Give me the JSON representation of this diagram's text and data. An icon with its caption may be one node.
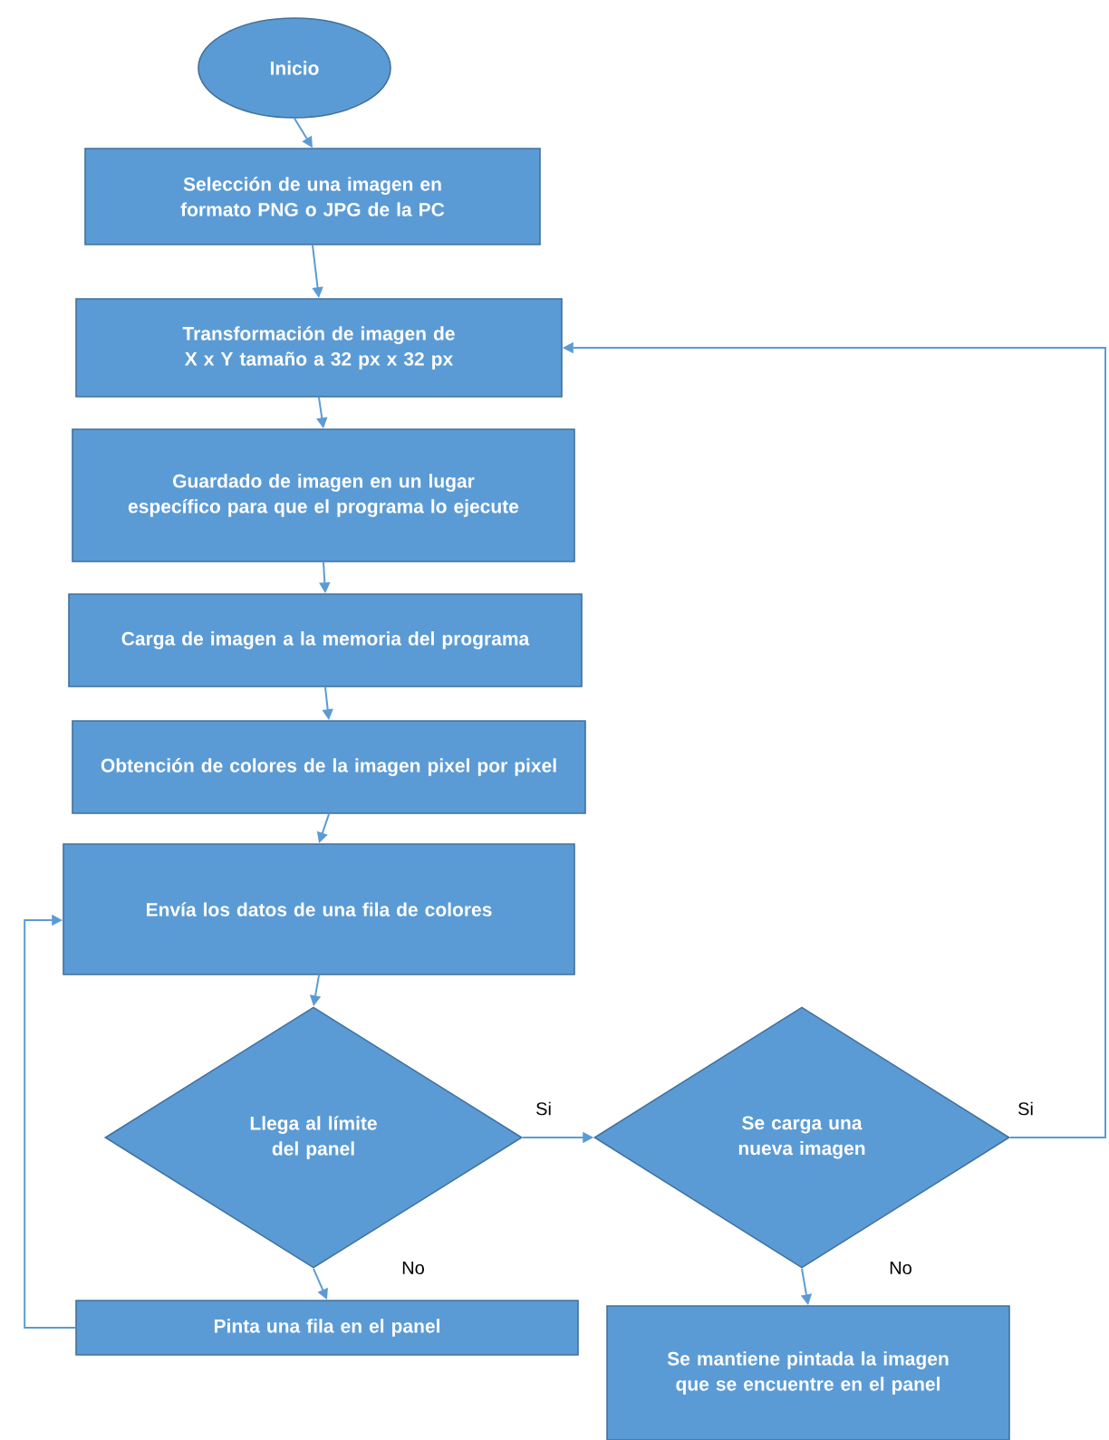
{
  "diagram": {
    "nodes": [
      {
        "text": [
          "Inicio"
        ]
      },
      {
        "text": [
          "Selección de una imagen en formato PNG o JPG de la PC"
        ]
      },
      {
        "text": [
          "Transformación de imagen de X x Y tamaño a 32 px x 32 px"
        ]
      },
      {
        "text": [
          "Guardado de imagen en un lugar específico para que el programa lo ejecute"
        ]
      },
      {
        "text": [
          "Carga de imagen a la memoria del programa"
        ]
      },
      {
        "text": [
          "Obtención de colores de la imagen pixel por pixel"
        ]
      },
      {
        "text": [
          "Envía los datos de una fila de colores"
        ]
      },
      {
        "text": [
          "Llega al límite del panel"
        ]
      },
      {
        "text": [
          "Se carga una nueva imagen"
        ]
      },
      {
        "text": [
          "Pinta una fila en el panel"
        ]
      },
      {
        "text": [
          "Se mantiene pintada la imagen que se encuentre en el panel"
        ]
      }
    ],
    "edges": [
      {
        "from": 0,
        "to": 1,
        "arrow": "to"
      },
      {
        "from": 1,
        "to": 2,
        "arrow": "to"
      },
      {
        "from": 2,
        "to": 3,
        "arrow": "to"
      },
      {
        "from": 3,
        "to": 4,
        "arrow": "to"
      },
      {
        "from": 4,
        "to": 5,
        "arrow": "to"
      },
      {
        "from": 5,
        "to": 6,
        "arrow": "to"
      },
      {
        "from": 6,
        "to": 7,
        "arrow": "to"
      },
      {
        "from": 7,
        "to": 8,
        "arrow": "to",
        "label": "Si"
      },
      {
        "from": 8,
        "to": 2,
        "arrow": "to",
        "label": "Si"
      },
      {
        "from": 7,
        "to": 9,
        "arrow": "to",
        "label": "No"
      },
      {
        "from": 8,
        "to": 10,
        "arrow": "to",
        "label": "No"
      },
      {
        "from": 9,
        "to": 6,
        "arrow": "to"
      }
    ]
  }
}
